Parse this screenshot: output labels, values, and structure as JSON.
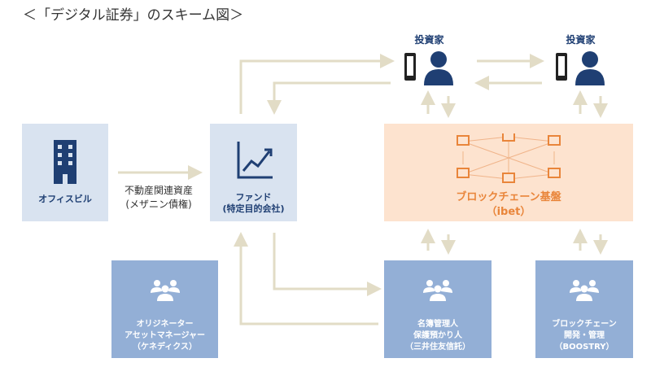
{
  "title": "＜「デジタル証券」のスキーム図＞",
  "investors": [
    {
      "label": "投資家"
    },
    {
      "label": "投資家"
    }
  ],
  "office": {
    "label": "オフィスビル"
  },
  "asset_flow": {
    "line1": "不動産関連資産",
    "line2": "(メザニン債権)"
  },
  "fund": {
    "line1": "ファンド",
    "line2": "(特定目的会社)"
  },
  "blockchain": {
    "line1": "ブロックチェーン基盤",
    "line2": "（ibet）"
  },
  "originator": {
    "line1": "オリジネーター",
    "line2": "アセットマネージャー",
    "line3": "（ケネディクス）"
  },
  "custodian": {
    "line1": "名簿管理人",
    "line2": "保護預かり人",
    "line3": "（三井住友信託）"
  },
  "developer": {
    "line1": "ブロックチェーン",
    "line2": "開発・管理",
    "line3": "（BOOSTRY）"
  },
  "colors": {
    "light_box": "#d9e3f0",
    "dark_box": "#93afd6",
    "peach_box": "#fde3cf",
    "arrow": "#e2dcc6",
    "navy": "#1f3f73",
    "orange": "#e9853a"
  }
}
